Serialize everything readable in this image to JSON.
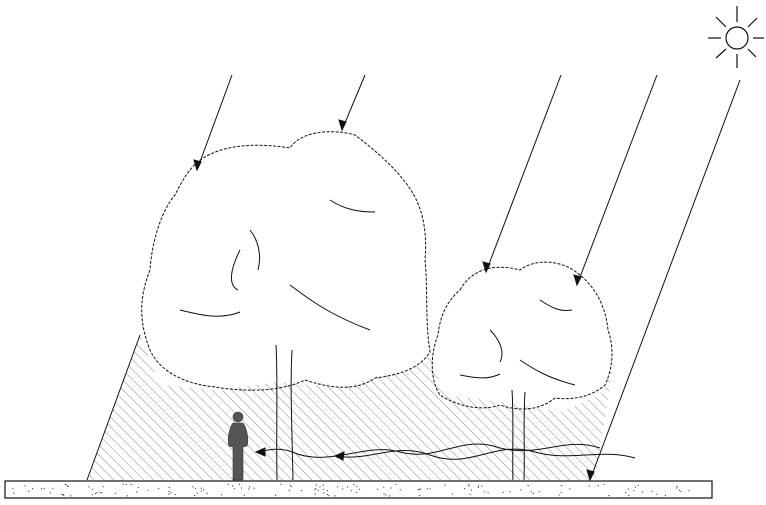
{
  "diagram": {
    "elements": [
      "sun-icon",
      "sun-rays",
      "large-tree",
      "small-tree",
      "tree-shade",
      "ground",
      "person",
      "wind-flow"
    ]
  },
  "colors": {
    "line": "#111111",
    "hatch": "#8a8a8a",
    "person": "#555555",
    "background": "#ffffff"
  }
}
